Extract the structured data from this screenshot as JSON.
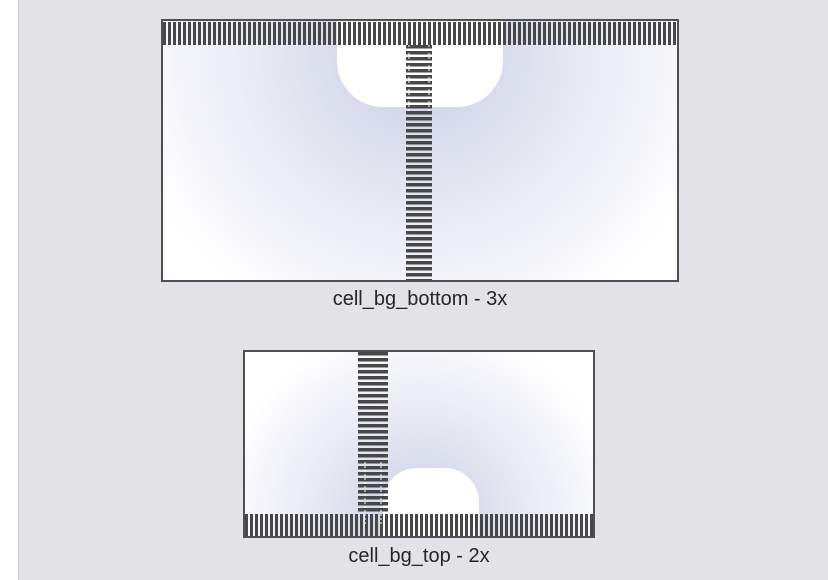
{
  "assets": [
    {
      "name": "cell_bg_bottom",
      "scale": "3x",
      "caption": "cell_bg_bottom - 3x"
    },
    {
      "name": "cell_bg_top",
      "scale": "2x",
      "caption": "cell_bg_top - 2x"
    }
  ],
  "colors": {
    "canvas_background": "#e3e3e7",
    "frame_border": "#505050",
    "slice_guide": "#444444",
    "gradient_tint": "#d9dcee"
  }
}
